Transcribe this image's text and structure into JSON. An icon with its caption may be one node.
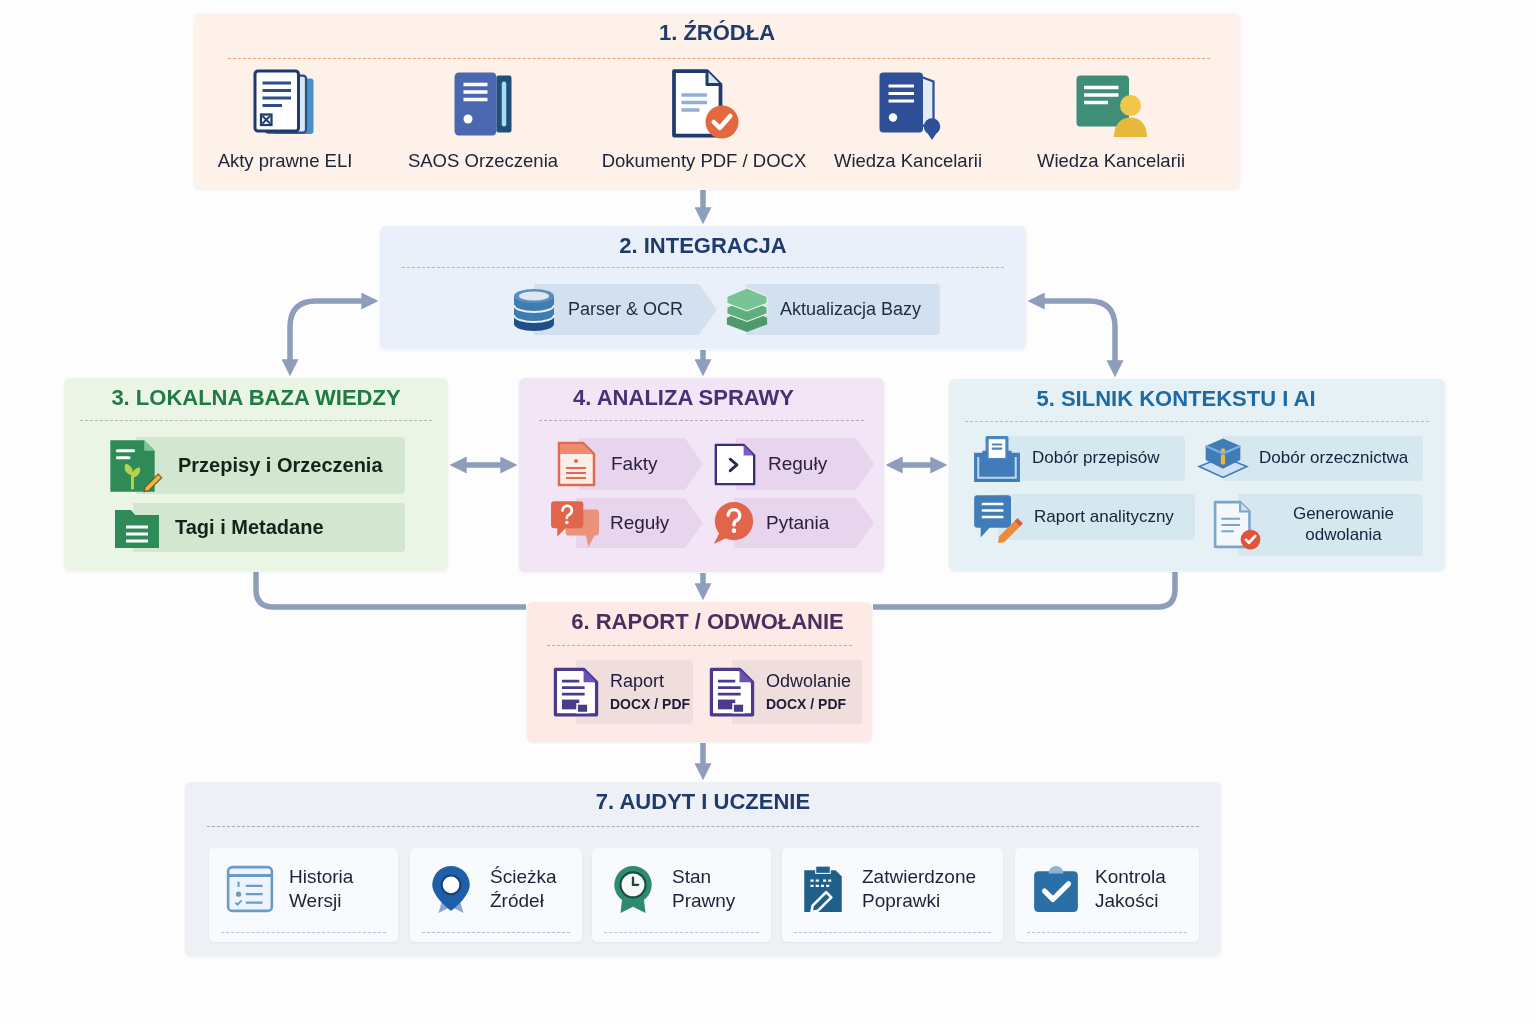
{
  "diagram": {
    "nodes": [
      {
        "text": [
          "1. ŹRÓDŁA"
        ]
      },
      {
        "text": [
          "Akty prawne ELI"
        ],
        "in": 0
      },
      {
        "text": [
          "SAOS Orzeczenia"
        ],
        "in": 0
      },
      {
        "text": [
          "Dokumenty PDF / DOCX"
        ],
        "in": 0
      },
      {
        "text": [
          "Wiedza Kancelarii"
        ],
        "in": 0
      },
      {
        "text": [
          "Wiedza Kancelarii"
        ],
        "in": 0
      },
      {
        "text": [
          "2. INTEGRACJA"
        ]
      },
      {
        "text": [
          "Parser & OCR"
        ],
        "in": 6
      },
      {
        "text": [
          "Aktualizacja Bazy"
        ],
        "in": 6
      },
      {
        "text": [
          "3. LOKALNA BAZA WIEDZY"
        ]
      },
      {
        "text": [
          "Przepisy i Orzeczenia"
        ],
        "in": 9
      },
      {
        "text": [
          "Tagi i Metadane"
        ],
        "in": 9
      },
      {
        "text": [
          "4. ANALIZA SPRAWY"
        ]
      },
      {
        "text": [
          "Fakty"
        ],
        "in": 12
      },
      {
        "text": [
          "Reguły"
        ],
        "in": 12
      },
      {
        "text": [
          "Reguły"
        ],
        "in": 12
      },
      {
        "text": [
          "Pytania"
        ],
        "in": 12
      },
      {
        "text": [
          "5. SILNIK KONTEKSTU I AI"
        ]
      },
      {
        "text": [
          "Dobór przepisów"
        ],
        "in": 17
      },
      {
        "text": [
          "Dobór orzecznictwa"
        ],
        "in": 17
      },
      {
        "text": [
          "Raport analityczny"
        ],
        "in": 17
      },
      {
        "text": [
          "Generowanie odwolania"
        ],
        "in": 17
      },
      {
        "text": [
          "6. RAPORT / ODWOŁANIE"
        ]
      },
      {
        "text": [
          "Raport",
          "DOCX / PDF"
        ],
        "in": 22
      },
      {
        "text": [
          "Odwolanie",
          "DOCX / PDF"
        ],
        "in": 22
      },
      {
        "text": [
          "7. AUDYT I UCZENIE"
        ]
      },
      {
        "text": [
          "Historia Wersji"
        ],
        "in": 25
      },
      {
        "text": [
          "Ścieżka Źródeł"
        ],
        "in": 25
      },
      {
        "text": [
          "Stan Prawny"
        ],
        "in": 25
      },
      {
        "text": [
          "Zatwierdzone Poprawki"
        ],
        "in": 25
      },
      {
        "text": [
          "Kontrola Jakości"
        ],
        "in": 25
      }
    ],
    "edges": [
      {
        "from": 0,
        "to": 6,
        "arrow": "to"
      },
      {
        "from": 6,
        "to": 12,
        "arrow": "to"
      },
      {
        "from": 6,
        "to": 9,
        "arrow": "both"
      },
      {
        "from": 6,
        "to": 17,
        "arrow": "both"
      },
      {
        "from": 9,
        "to": 12,
        "arrow": "both"
      },
      {
        "from": 12,
        "to": 17,
        "arrow": "both"
      },
      {
        "from": 12,
        "to": 22,
        "arrow": "to"
      },
      {
        "from": 9,
        "to": 22,
        "arrow": "none"
      },
      {
        "from": 17,
        "to": 22,
        "arrow": "none"
      },
      {
        "from": 22,
        "to": 25,
        "arrow": "to"
      }
    ]
  }
}
